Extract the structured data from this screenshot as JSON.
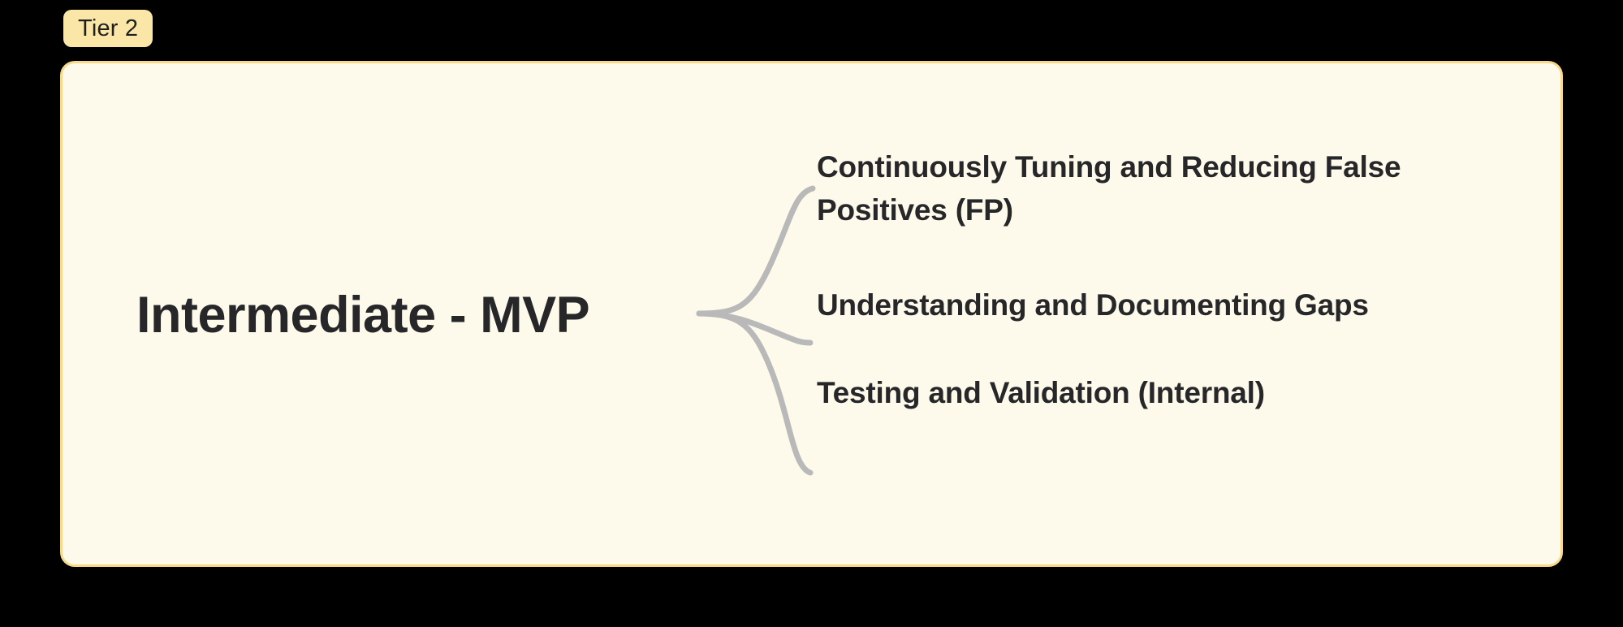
{
  "badge": {
    "label": "Tier 2"
  },
  "card": {
    "background_color": "#fdfaeb",
    "border_color": "#f7d98a",
    "page_background_color": "#000000"
  },
  "mindmap": {
    "branch_color": "#b9b9b9",
    "text_color": "#27272a",
    "root": {
      "label": "Intermediate - MVP"
    },
    "branches": [
      {
        "label": "Continuously Tuning and Reducing False Positives (FP)"
      },
      {
        "label": "Understanding and Documenting Gaps"
      },
      {
        "label": "Testing and Validation (Internal)"
      }
    ]
  }
}
